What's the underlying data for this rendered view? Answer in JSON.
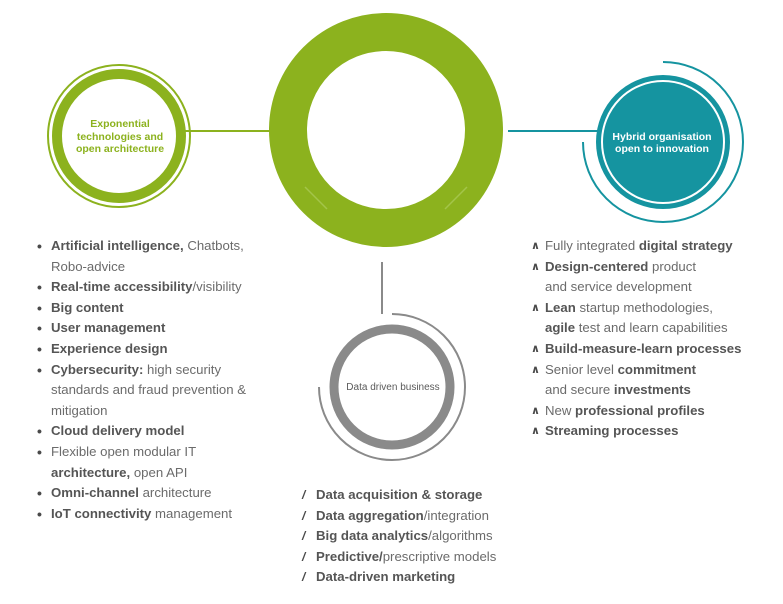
{
  "colors": {
    "green": "#8cb21e",
    "teal": "#1594a0",
    "gray": "#8a8a8a",
    "text": "#6b6b6b"
  },
  "center": {
    "title": "THE DIGITAL INSURER OF THE FUTURE"
  },
  "left": {
    "title": "Exponential technologies and open architecture",
    "marker": "•",
    "items": [
      {
        "b": "Artificial intelligence,",
        "t": " Chatbots,"
      },
      {
        "b": "",
        "t": "Robo-advice",
        "cont": true
      },
      {
        "b": "Real-time accessibility",
        "t": "/visibility"
      },
      {
        "b": "Big content",
        "t": ""
      },
      {
        "b": "User management",
        "t": ""
      },
      {
        "b": "Experience design",
        "t": ""
      },
      {
        "b": "Cybersecurity:",
        "t": " high security"
      },
      {
        "b": "",
        "t": "standards  and fraud prevention &",
        "cont": true
      },
      {
        "b": "",
        "t": "mitigation",
        "cont": true
      },
      {
        "b": "Cloud delivery model",
        "t": ""
      },
      {
        "b": "",
        "t": "Flexible open modular IT"
      },
      {
        "b": "architecture,",
        "t": " open API",
        "cont": true
      },
      {
        "b": "Omni-channel",
        "t": " architecture"
      },
      {
        "b": "IoT connectivity",
        "t": " management"
      }
    ]
  },
  "right": {
    "title": "Hybrid organisation open to innovation",
    "marker": "∧",
    "items": [
      {
        "t1": "Fully integrated ",
        "b": "digital strategy",
        "t": ""
      },
      {
        "t1": "",
        "b": "Design-centered",
        "t": " product"
      },
      {
        "t1": "and service development",
        "b": "",
        "t": "",
        "cont": true
      },
      {
        "t1": "",
        "b": "Lean",
        "t": " startup methodologies,"
      },
      {
        "t1": "",
        "b": "agile",
        "t": " test and learn capabilities",
        "cont": true
      },
      {
        "t1": "",
        "b": "Build-measure-learn processes",
        "t": ""
      },
      {
        "t1": "Senior level ",
        "b": "commitment",
        "t": ""
      },
      {
        "t1": "and secure ",
        "b": "investments",
        "t": "",
        "cont": true
      },
      {
        "t1": "New ",
        "b": "professional profiles",
        "t": ""
      },
      {
        "t1": "",
        "b": "Streaming processes",
        "t": ""
      }
    ]
  },
  "bottom": {
    "title": "Data driven business",
    "marker": "/",
    "items": [
      {
        "b": "Data acquisition & storage",
        "t": ""
      },
      {
        "b": "Data aggregation",
        "t": "/integration"
      },
      {
        "b": "Big data analytics",
        "t": "/algorithms"
      },
      {
        "b": "Predictive/",
        "t": "prescriptive models"
      },
      {
        "b": "Data-driven marketing",
        "t": ""
      }
    ]
  }
}
